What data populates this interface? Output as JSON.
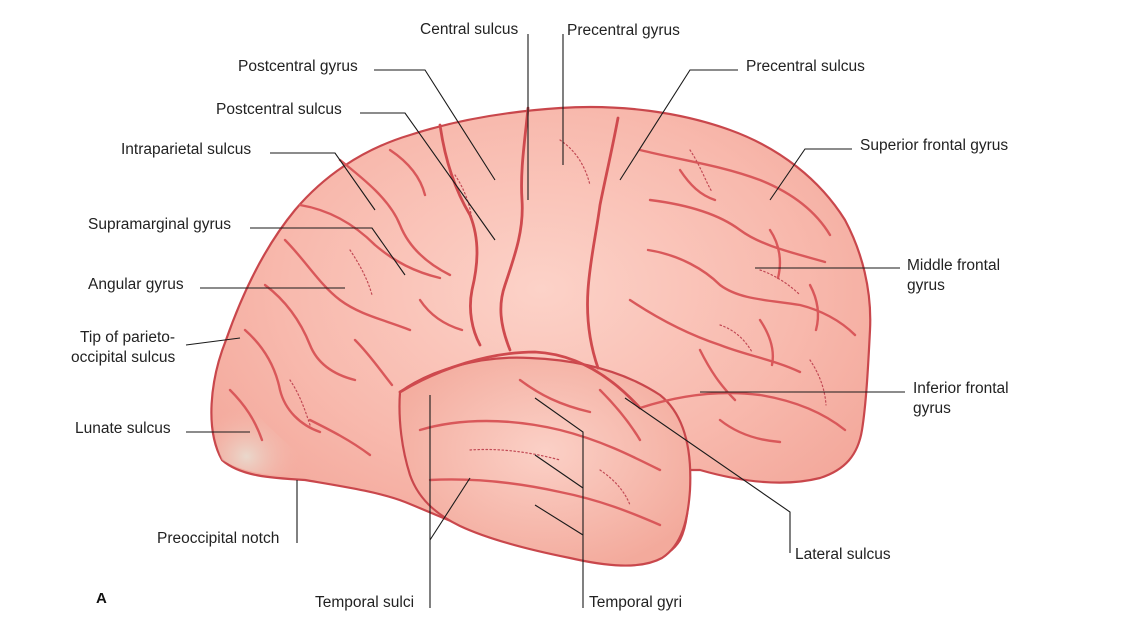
{
  "figure": {
    "panel_letter": "A",
    "labels": {
      "central_sulcus": "Central sulcus",
      "precentral_gyrus": "Precentral gyrus",
      "postcentral_gyrus": "Postcentral gyrus",
      "precentral_sulcus": "Precentral sulcus",
      "postcentral_sulcus": "Postcentral sulcus",
      "superior_frontal_gyrus": "Superior frontal gyrus",
      "intraparietal_sulcus": "Intraparietal sulcus",
      "supramarginal_gyrus": "Supramarginal gyrus",
      "middle_frontal_gyrus_1": "Middle frontal",
      "middle_frontal_gyrus_2": "gyrus",
      "angular_gyrus": "Angular gyrus",
      "tip_parieto_occipital_1": "Tip of parieto-",
      "tip_parieto_occipital_2": "occipital sulcus",
      "inferior_frontal_gyrus_1": "Inferior frontal",
      "inferior_frontal_gyrus_2": "gyrus",
      "lunate_sulcus": "Lunate sulcus",
      "preoccipital_notch": "Preoccipital notch",
      "lateral_sulcus": "Lateral sulcus",
      "temporal_sulci": "Temporal sulci",
      "temporal_gyri": "Temporal gyri"
    },
    "colors": {
      "cortex_fill": "#f7b3a8",
      "cortex_highlight": "#fcd6cc",
      "sulcus_stroke": "#d9585a",
      "outline": "#c9474c"
    }
  }
}
